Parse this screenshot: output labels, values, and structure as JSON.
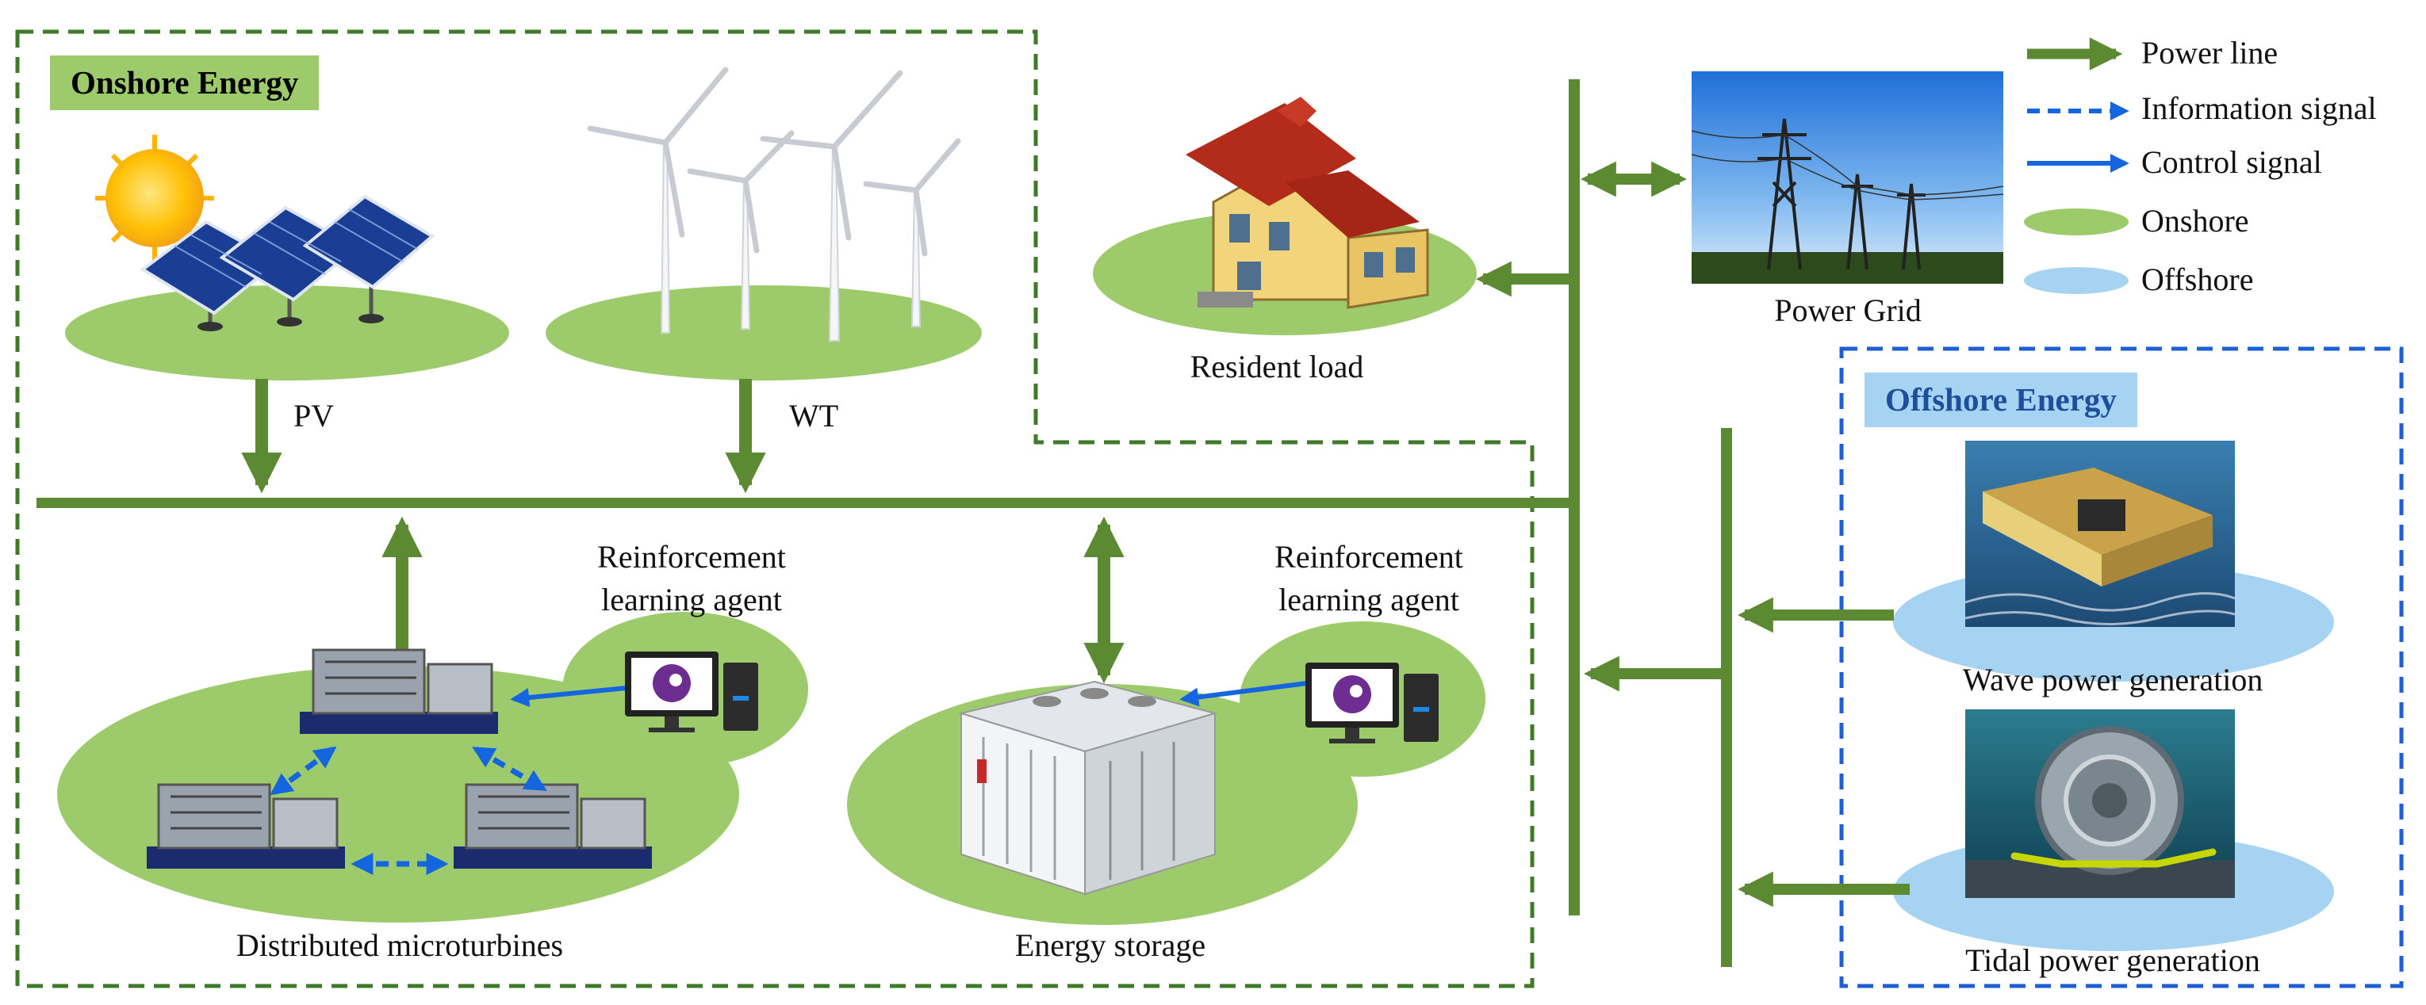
{
  "onshore_label": "Onshore Energy",
  "offshore_label": "Offshore Energy",
  "labels": {
    "pv": "PV",
    "wt": "WT",
    "resident_load": "Resident load",
    "power_grid": "Power Grid",
    "rl_agent_left_1": "Reinforcement",
    "rl_agent_left_2": "learning agent",
    "rl_agent_right_1": "Reinforcement",
    "rl_agent_right_2": "learning agent",
    "distributed_microturbines": "Distributed microturbines",
    "energy_storage": "Energy storage",
    "wave_power": "Wave power generation",
    "tidal_power": "Tidal power generation"
  },
  "legend": [
    {
      "label": "Power line",
      "symbol": "green-arrow"
    },
    {
      "label": "Information signal",
      "symbol": "blue-dashed-arrow"
    },
    {
      "label": "Control signal",
      "symbol": "blue-arrow"
    },
    {
      "label": "Onshore",
      "symbol": "green-ellipse"
    },
    {
      "label": "Offshore",
      "symbol": "blue-ellipse"
    }
  ],
  "colors": {
    "power_line": "#5b8a32",
    "onshore_fill": "#9dcb6b",
    "offshore_fill": "#a7d3f3",
    "signal_blue": "#1565e0",
    "onshore_border": "#3f7a2a",
    "offshore_border": "#1f5fd6"
  }
}
